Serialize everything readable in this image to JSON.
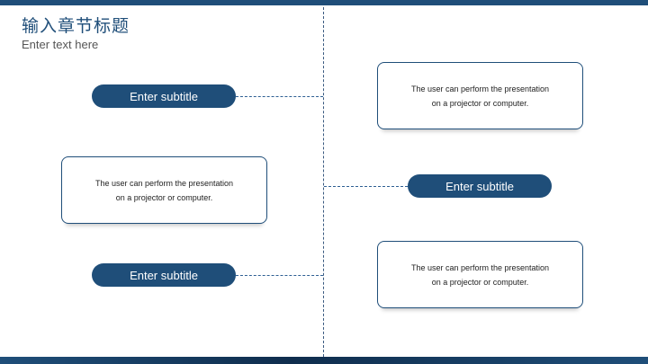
{
  "slide": {
    "title": "输入章节标题",
    "subtitle": "Enter text here"
  },
  "pills": [
    {
      "label": "Enter subtitle"
    },
    {
      "label": "Enter subtitle"
    },
    {
      "label": "Enter subtitle"
    }
  ],
  "cards": [
    {
      "line1": "The user can perform the presentation",
      "line2": "on a projector or computer."
    },
    {
      "line1": "The user can perform the presentation",
      "line2": "on a projector or computer."
    },
    {
      "line1": "The user can perform the presentation",
      "line2": "on a projector or computer."
    }
  ],
  "colors": {
    "accent": "#1f4e79",
    "card_border": "#1f4e79",
    "connector": "#2e5f93"
  }
}
